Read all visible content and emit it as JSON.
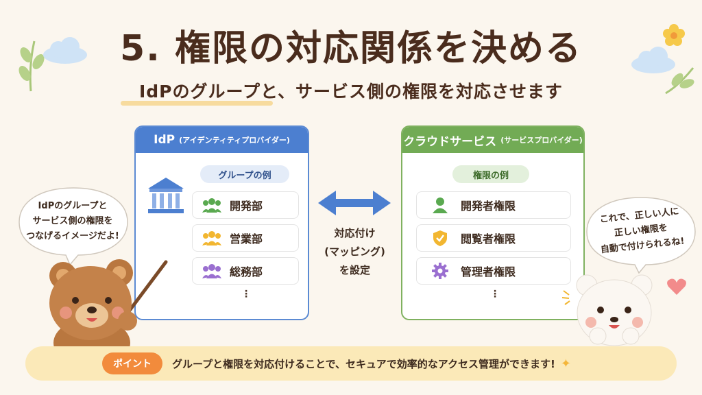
{
  "title": "5. 権限の対応関係を決める",
  "subtitle": "IdPのグループと、サービス側の権限を対応させます",
  "idp_panel": {
    "header_main": "IdP",
    "header_sub": "(アイデンティティプロバイダー)",
    "pill": "グループの例",
    "items": [
      {
        "label": "開発部",
        "icon": "group-green-icon",
        "color": "#5aa950"
      },
      {
        "label": "営業部",
        "icon": "group-yellow-icon",
        "color": "#f2b630"
      },
      {
        "label": "総務部",
        "icon": "group-purple-icon",
        "color": "#9a6fd0"
      }
    ],
    "more": "⋮"
  },
  "cloud_panel": {
    "header_main": "クラウドサービス",
    "header_sub": "(サービスプロバイダー)",
    "pill": "権限の例",
    "items": [
      {
        "label": "開発者権限",
        "icon": "person-icon",
        "color": "#5aa950"
      },
      {
        "label": "閲覧者権限",
        "icon": "shield-icon",
        "color": "#f2b630"
      },
      {
        "label": "管理者権限",
        "icon": "gear-icon",
        "color": "#9a6fd0"
      }
    ],
    "more": "⋮"
  },
  "mapping": {
    "line1": "対応付け",
    "line2": "(マッピング)",
    "line3": "を設定"
  },
  "left_bubble": {
    "line1": "IdPのグループと",
    "line2": "サービス側の権限を",
    "line3": "つなげるイメージだよ!"
  },
  "right_bubble": {
    "line1": "これで、正しい人に",
    "line2": "正しい権限を",
    "line3": "自動で付けられるね!"
  },
  "footer": {
    "badge": "ポイント",
    "text": "グループと権限を対応付けることで、セキュアで効率的なアクセス管理ができます!",
    "sparkle": "✦"
  },
  "colors": {
    "idp_blue": "#4c7fd0",
    "cloud_green": "#72ab55",
    "title_brown": "#4a2c1d",
    "accent_orange": "#f28b3c"
  }
}
